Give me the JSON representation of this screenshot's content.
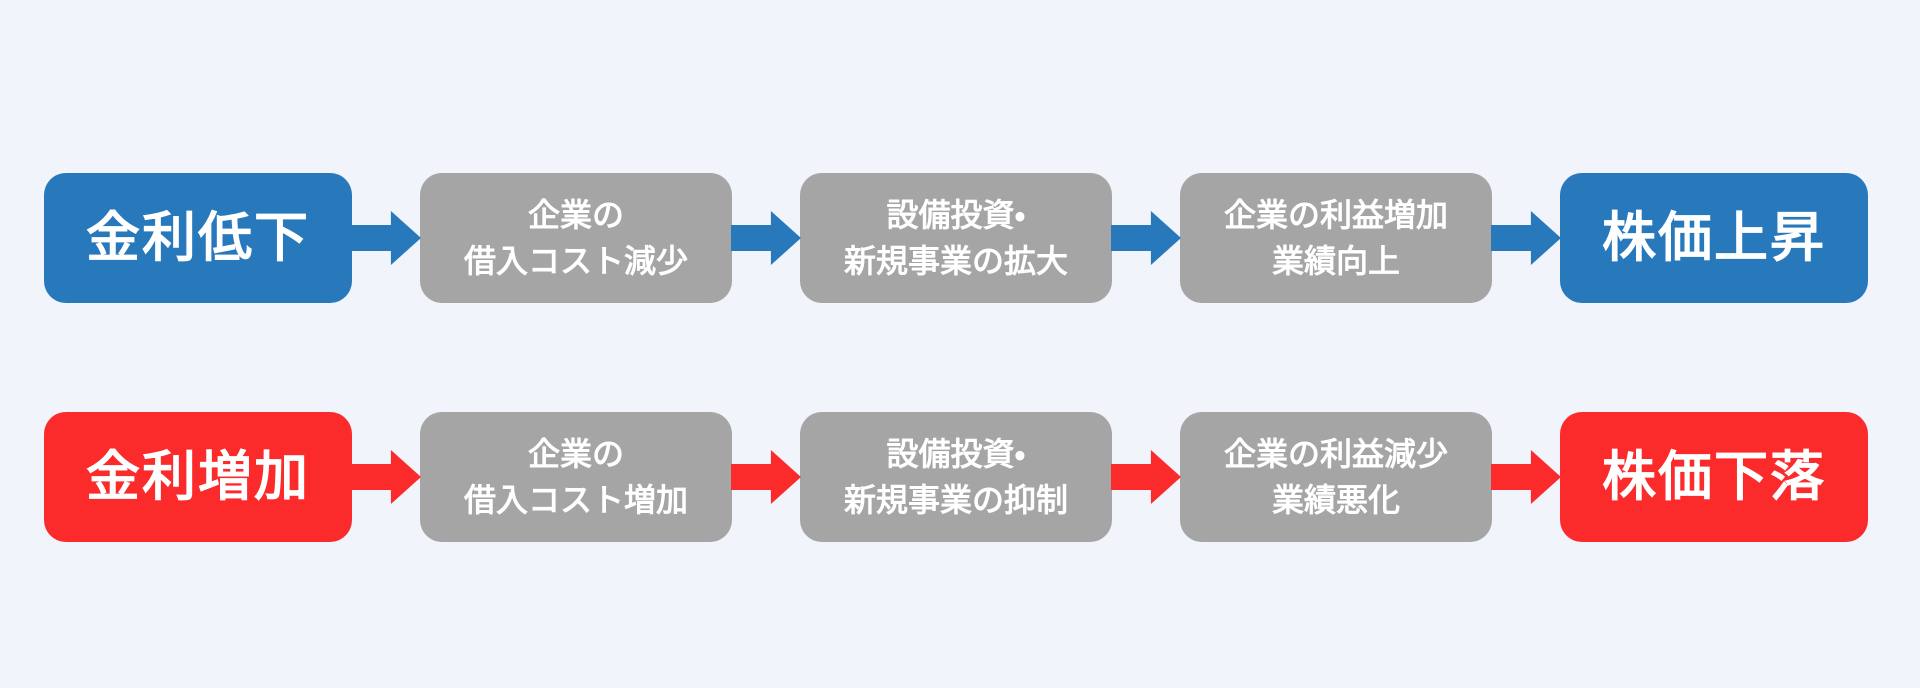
{
  "colors": {
    "background": "#F1F4FB",
    "positive_accent": "#2878BC",
    "negative_accent": "#FB2B2B",
    "step_gray": "#A5A5A5",
    "text_white": "#FFFFFF"
  },
  "flows": [
    {
      "name": "rate-decrease-flow",
      "accent": "#2878BC",
      "start": {
        "label": "金利低下"
      },
      "steps": [
        {
          "line1": "企業の",
          "line2": "借入コスト減少"
        },
        {
          "line1": "設備投資・",
          "line2": "新規事業の拡大"
        },
        {
          "line1": "企業の利益増加",
          "line2": "業績向上"
        }
      ],
      "end": {
        "label": "株価上昇"
      }
    },
    {
      "name": "rate-increase-flow",
      "accent": "#FB2B2B",
      "start": {
        "label": "金利増加"
      },
      "steps": [
        {
          "line1": "企業の",
          "line2": "借入コスト増加"
        },
        {
          "line1": "設備投資・",
          "line2": "新規事業の抑制"
        },
        {
          "line1": "企業の利益減少",
          "line2": "業績悪化"
        }
      ],
      "end": {
        "label": "株価下落"
      }
    }
  ]
}
